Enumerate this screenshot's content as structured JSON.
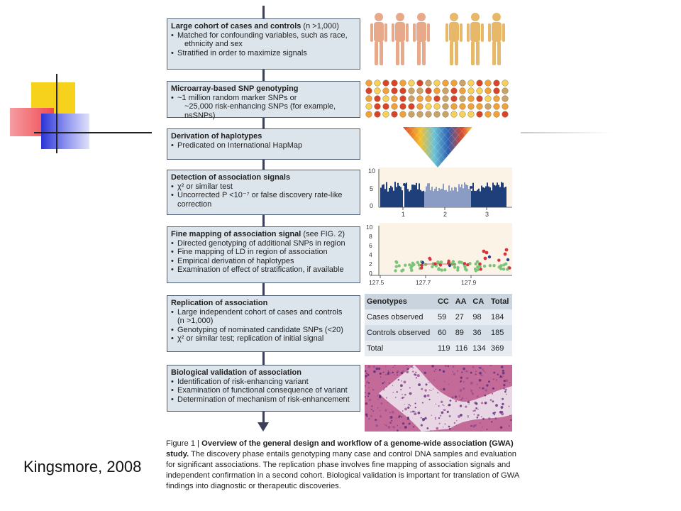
{
  "credit": "Kingsmore, 2008",
  "steps": [
    {
      "title": "Large cohort of cases and controls",
      "title_suffix": " (n >1,000)",
      "bullets": [
        "Matched for confounding variables, such as race,",
        "ethnicity and sex",
        "Stratified in order to maximize signals"
      ]
    },
    {
      "title": "Microarray-based SNP genotyping",
      "title_suffix": "",
      "bullets": [
        "~1 million random marker SNPs or",
        "~25,000 risk-enhancing SNPs (for example, nsSNPs)"
      ]
    },
    {
      "title": "Derivation of haplotypes",
      "title_suffix": "",
      "bullets": [
        "Predicated on International HapMap"
      ]
    },
    {
      "title": "Detection of association signals",
      "title_suffix": "",
      "bullets": [
        "χ² or similar test",
        "Uncorrected P <10⁻⁷ or false discovery rate-like",
        "correction"
      ]
    },
    {
      "title": "Fine mapping of association signal",
      "title_suffix": " (see FIG. 2)",
      "bullets": [
        "Directed genotyping of additional SNPs in region",
        "Fine mapping of LD in region of association",
        "Empirical derivation of haplotypes",
        "Examination of effect of stratification, if available"
      ]
    },
    {
      "title": "Replication of association",
      "title_suffix": "",
      "bullets": [
        "Large independent cohort of cases and controls",
        "(n >1,000)",
        "Genotyping of nominated candidate SNPs (<20)",
        "χ² or similar test; replication of initial signal"
      ]
    },
    {
      "title": "Biological validation of association",
      "title_suffix": "",
      "bullets": [
        "Identification of risk-enhancing variant",
        "Examination of functional consequence of variant",
        "Determination of mechanism of risk-enhancement"
      ]
    }
  ],
  "manhattan": {
    "y_ticks": [
      "10",
      "5",
      "0"
    ],
    "x_ticks": [
      "1",
      "2",
      "3"
    ]
  },
  "fine_map": {
    "y_ticks": [
      "10",
      "8",
      "6",
      "4",
      "2",
      "0"
    ],
    "x_ticks": [
      "127.5",
      "127.7",
      "127.9"
    ]
  },
  "genotype_table": {
    "headers": [
      "Genotypes",
      "CC",
      "AA",
      "CA",
      "Total"
    ],
    "rows": [
      [
        "Cases observed",
        "59",
        "27",
        "98",
        "184"
      ],
      [
        "Controls observed",
        "60",
        "89",
        "36",
        "185"
      ],
      [
        "Total",
        "119",
        "116",
        "134",
        "369"
      ]
    ]
  },
  "caption": {
    "label": "Figure 1 | ",
    "bold": "Overview of the general design and workflow of a genome-wide association (GWA) study.",
    "text": " The discovery phase entails genotyping many case and control DNA samples and evaluation for significant associations. The replication phase involves fine mapping of association signals and independent confirmation in a second cohort. Biological validation is important for translation of GWA findings into diagnostic or therapeutic discoveries."
  },
  "colors": {
    "box_fill": "#dde5ec",
    "box_border": "#4d5d73",
    "navy": "#1f3f7a",
    "deco_yellow": "#f7d21c",
    "deco_red": "#ef4a4e",
    "deco_blue": "#2a35d6"
  }
}
